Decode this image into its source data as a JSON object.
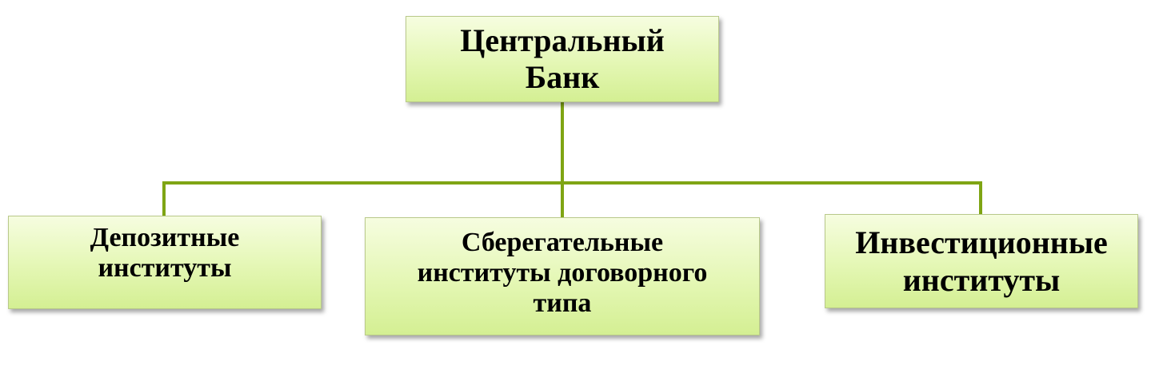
{
  "diagram": {
    "root": {
      "line1": "Центральный",
      "line2": "Банк"
    },
    "children": [
      {
        "line1": "Депозитные",
        "line2": "институты"
      },
      {
        "line1": "Сберегательные",
        "line2": "институты договорного",
        "line3": "типа"
      },
      {
        "line1": "Инвестиционные",
        "line2": "институты"
      }
    ],
    "colors": {
      "connector": "#7fa514",
      "box_fill_top": "#f6fde0",
      "box_fill_bottom": "#d4ef93",
      "box_border": "#b9c98a",
      "text": "#000000"
    }
  }
}
